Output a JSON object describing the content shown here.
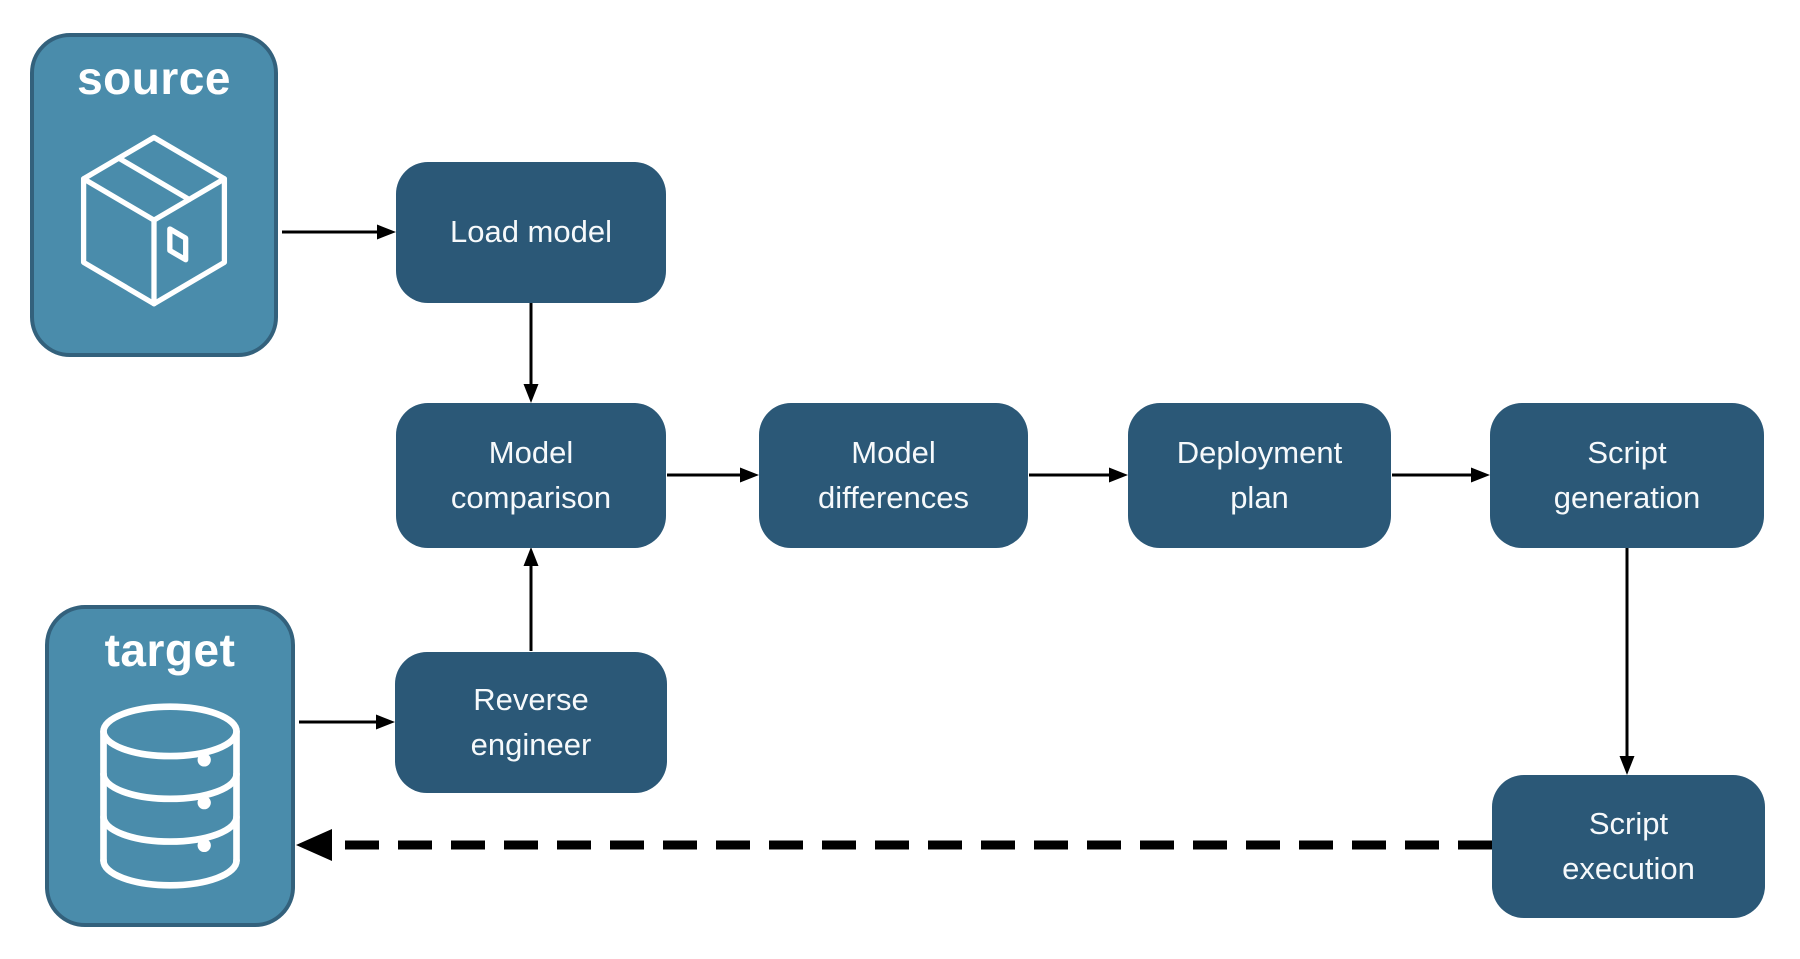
{
  "diagram": {
    "terminals": {
      "source": {
        "label": "source",
        "icon": "package-icon"
      },
      "target": {
        "label": "target",
        "icon": "database-icon"
      }
    },
    "nodes": {
      "load_model": {
        "label": "Load model"
      },
      "model_comparison": {
        "label": "Model comparison"
      },
      "model_differences": {
        "label": "Model differences"
      },
      "deployment_plan": {
        "label": "Deployment plan"
      },
      "script_generation": {
        "label": "Script generation"
      },
      "reverse_engineer": {
        "label": "Reverse engineer"
      },
      "script_execution": {
        "label": "Script execution"
      }
    },
    "edges": [
      {
        "from": "source",
        "to": "load_model",
        "style": "solid"
      },
      {
        "from": "load_model",
        "to": "model_comparison",
        "style": "solid"
      },
      {
        "from": "model_comparison",
        "to": "model_differences",
        "style": "solid"
      },
      {
        "from": "model_differences",
        "to": "deployment_plan",
        "style": "solid"
      },
      {
        "from": "deployment_plan",
        "to": "script_generation",
        "style": "solid"
      },
      {
        "from": "script_generation",
        "to": "script_execution",
        "style": "solid"
      },
      {
        "from": "target",
        "to": "reverse_engineer",
        "style": "solid"
      },
      {
        "from": "reverse_engineer",
        "to": "model_comparison",
        "style": "solid"
      },
      {
        "from": "script_execution",
        "to": "target",
        "style": "dashed"
      }
    ],
    "colors": {
      "node_fill": "#2B5877",
      "terminal_fill": "#4A8CAB",
      "terminal_border": "#33617C",
      "arrow": "#000000",
      "text": "#FFFFFF",
      "background": "#FFFFFF"
    }
  }
}
